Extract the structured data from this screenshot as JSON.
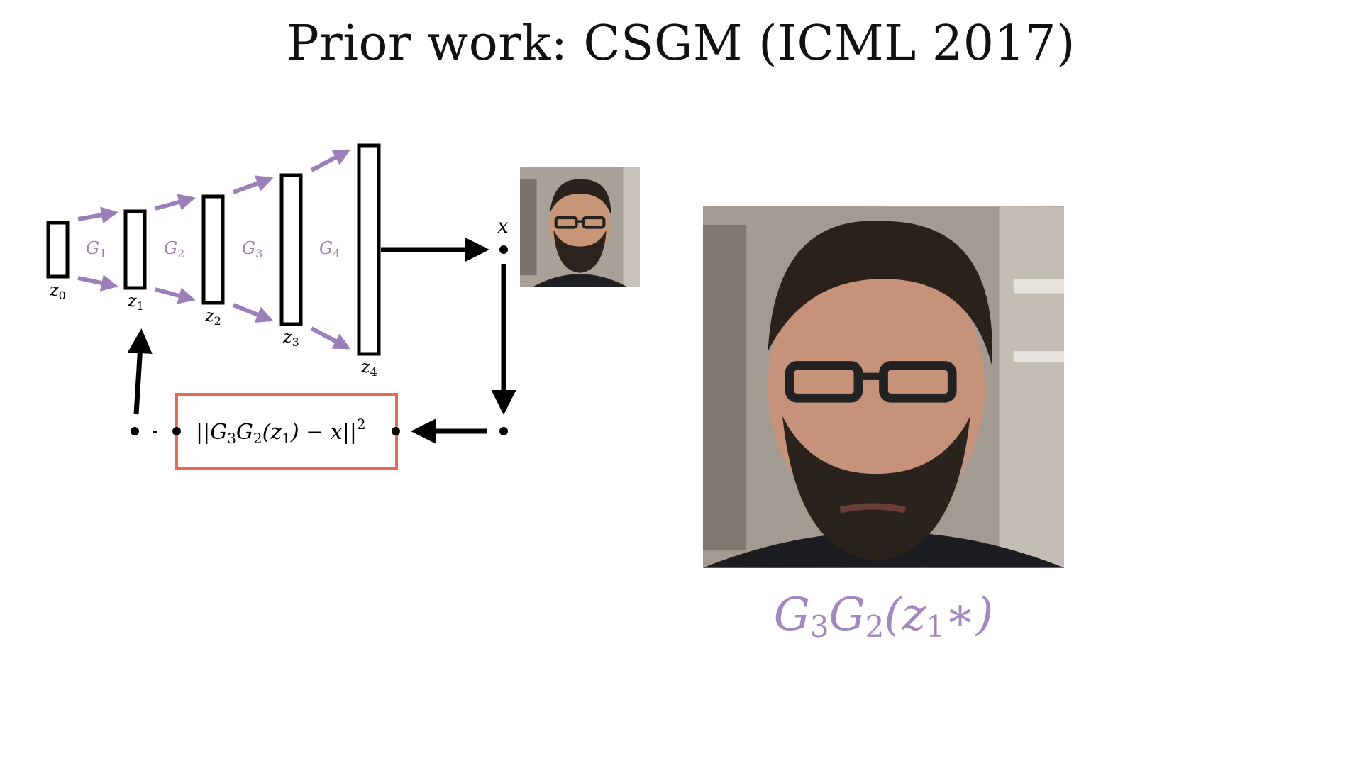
{
  "slide": {
    "title": "Prior work: CSGM (ICML 2017)"
  },
  "diagram": {
    "layers": [
      {
        "label": "z",
        "sub": "0"
      },
      {
        "label": "z",
        "sub": "1"
      },
      {
        "label": "z",
        "sub": "2"
      },
      {
        "label": "z",
        "sub": "3"
      },
      {
        "label": "z",
        "sub": "4"
      }
    ],
    "generators": [
      {
        "label": "G",
        "sub": "1"
      },
      {
        "label": "G",
        "sub": "2"
      },
      {
        "label": "G",
        "sub": "3"
      },
      {
        "label": "G",
        "sub": "4"
      }
    ],
    "output_label": "x",
    "loss": {
      "prefix": "||G",
      "s1": "3",
      "mid1": "G",
      "s2": "2",
      "mid2": "(z",
      "s3": "1",
      "tail": ") − x||",
      "sup": "2"
    },
    "minus_sign": "-"
  },
  "result": {
    "g1": "G",
    "s1": "3",
    "g2": "G",
    "s2": "2",
    "open": "(z",
    "s3": "1",
    "close": "∗)"
  },
  "colors": {
    "generator": "#9a7fb8",
    "loss_box": "#e8685a",
    "arrows": "#000000"
  }
}
